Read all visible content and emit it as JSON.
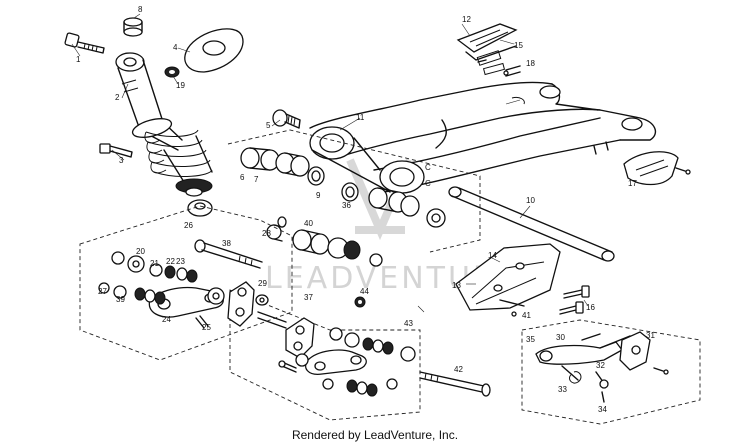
{
  "watermark": "LEADVENTURE",
  "footer": "Rendered by LeadVenture, Inc.",
  "callouts": {
    "n1": "1",
    "n2": "2",
    "n3": "3",
    "n4": "4",
    "n5": "5",
    "n6": "6",
    "n7": "7",
    "n8": "8",
    "n9": "9",
    "n10": "10",
    "n11": "11",
    "n12": "12",
    "n13": "13",
    "n14": "14",
    "n15": "15",
    "n16": "16",
    "n17": "17",
    "n18": "18",
    "n19": "19",
    "n20": "20",
    "n21": "21",
    "n22": "22",
    "n23": "23",
    "n24": "24",
    "n25": "25",
    "n26": "26",
    "n27": "27",
    "n28": "28",
    "n29": "29",
    "n30": "30",
    "n31": "31",
    "n32": "32",
    "n33": "33",
    "n34": "34",
    "n35": "35",
    "n36": "36",
    "n37": "37",
    "n38": "38",
    "n39": "39",
    "n40": "40",
    "n41": "41",
    "n42": "42",
    "n43": "43",
    "n44": "44"
  }
}
